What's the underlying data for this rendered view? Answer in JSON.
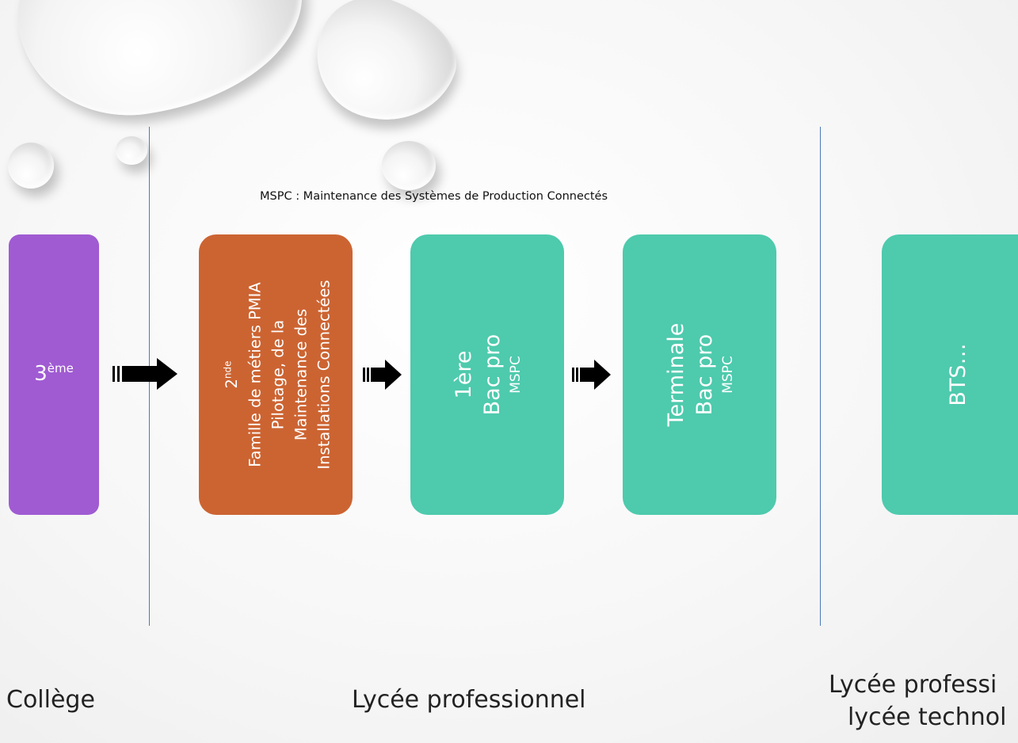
{
  "header": {
    "subtitle": "MSPC : Maintenance des Systèmes de Production Connectés"
  },
  "boxes": {
    "college": {
      "main": "3",
      "sup": "ème",
      "color": "#a05bd2"
    },
    "seconde": {
      "title": "2",
      "title_sup": "nde",
      "line1": "Famille de métiers PMIA",
      "line2": "Pilotage, de la",
      "line3": "Maintenance des",
      "line4": "Installations Connectées",
      "color": "#cc6432"
    },
    "premiere": {
      "line1": "1ère",
      "line2": "Bac pro",
      "line3": "MSPC",
      "color": "#4ecaad"
    },
    "terminale": {
      "line1": "Terminale",
      "line2": "Bac pro",
      "line3": "MSPC",
      "color": "#4ecaad"
    },
    "bts": {
      "line1": "BTS…",
      "color": "#4ecaad"
    }
  },
  "footer": {
    "college": "Collège",
    "lycee_pro": "Lycée professionnel",
    "lycee_pro_techno_line1": "Lycée professi",
    "lycee_pro_techno_line2": "lycée technol"
  }
}
